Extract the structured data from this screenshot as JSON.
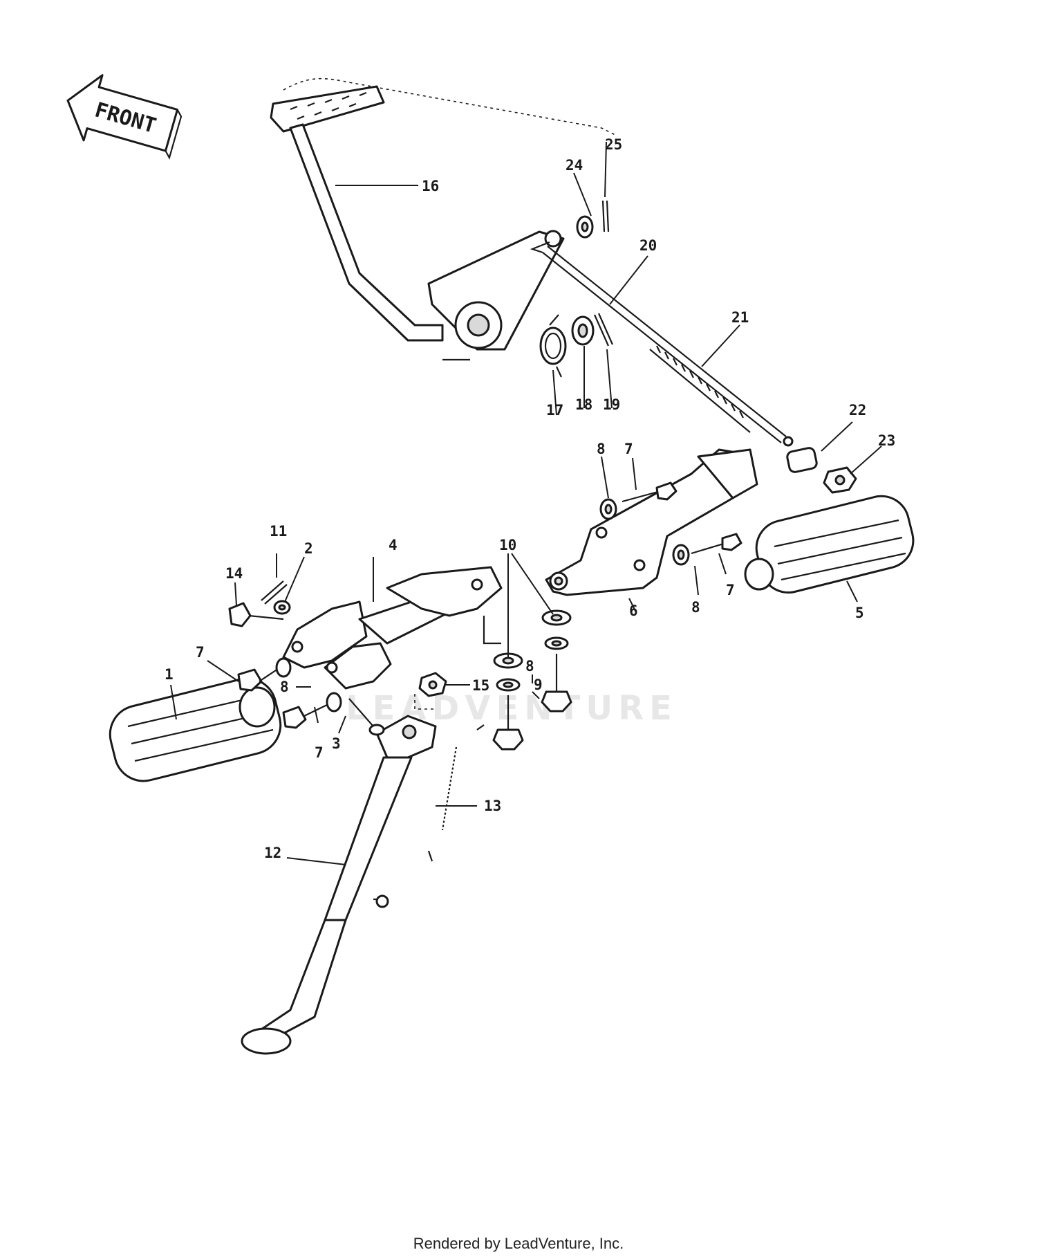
{
  "front_arrow": {
    "label": "FRONT"
  },
  "callouts": [
    "1",
    "2",
    "3",
    "4",
    "5",
    "6",
    "7",
    "8",
    "9",
    "10",
    "11",
    "12",
    "13",
    "14",
    "15",
    "16",
    "17",
    "18",
    "19",
    "20",
    "21",
    "22",
    "23",
    "24",
    "25"
  ],
  "watermark": "LEADVENTURE",
  "credit": "Rendered by LeadVenture, Inc."
}
